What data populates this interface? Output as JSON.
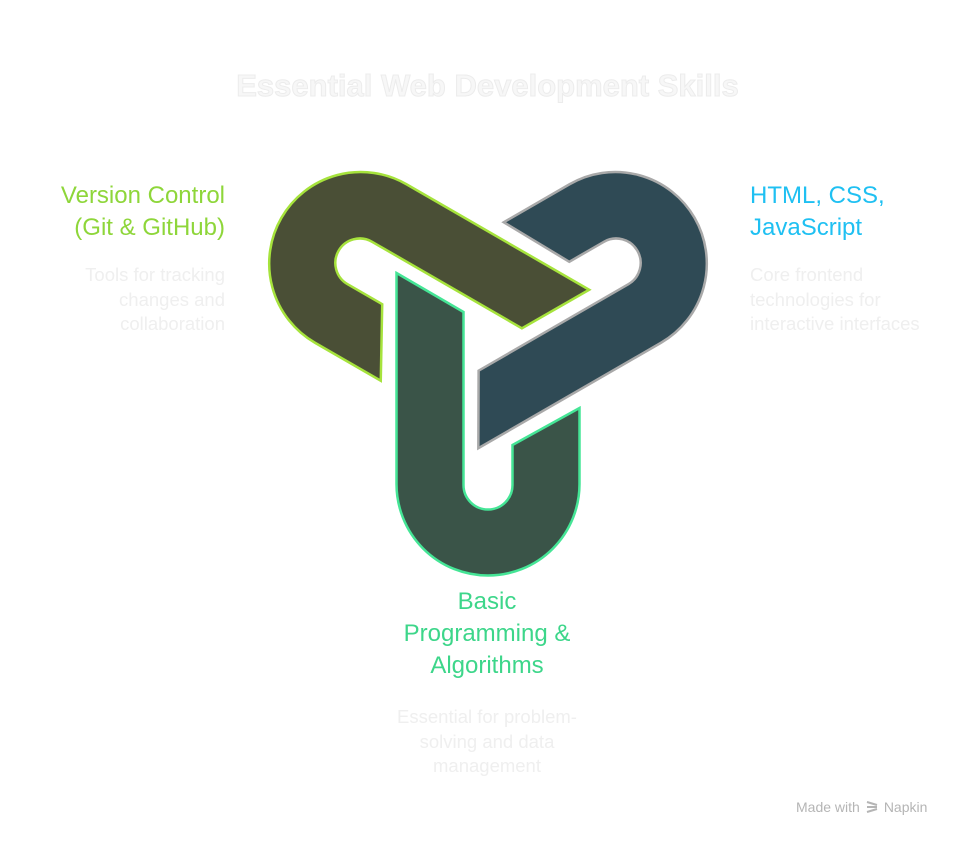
{
  "title": "Essential Web Development Skills",
  "items": [
    {
      "label": "Version Control\n(Git & GitHub)",
      "description": "Tools for tracking\nchanges and\ncollaboration",
      "color": "#8ed63a",
      "fill": "#4a4f36",
      "stroke": "#a6e33c"
    },
    {
      "label": "HTML, CSS,\nJavaScript",
      "description": "Core frontend\ntechnologies for\ninteractive interfaces",
      "color": "#1fc0f2",
      "fill": "#2f4a55",
      "stroke": "#a9a9a9"
    },
    {
      "label": "Basic\nProgramming &\nAlgorithms",
      "description": "Essential for problem-\nsolving and data\nmanagement",
      "color": "#3dd68a",
      "fill": "#3a5448",
      "stroke": "#45e596"
    }
  ],
  "footer": {
    "made_with": "Made with",
    "brand": "Napkin",
    "icon": "napkin-logo-icon"
  }
}
